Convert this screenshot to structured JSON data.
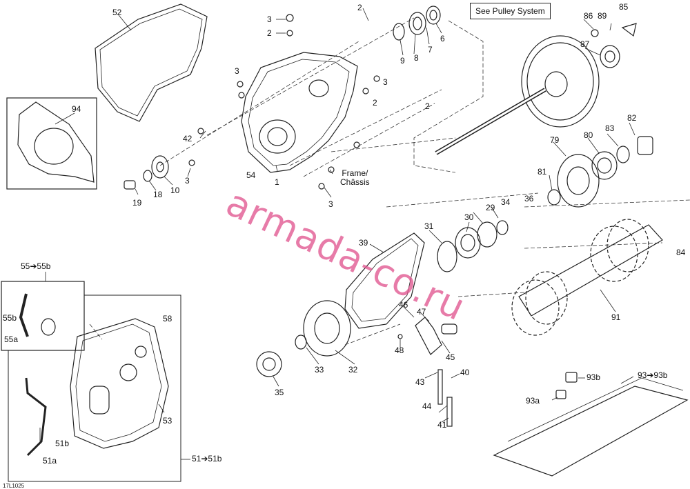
{
  "callout": "See Pulley System",
  "code": "17L1025",
  "watermark": "armada-co.ru",
  "frame_label": "Frame/\nChâssis",
  "labels": {
    "l52": "52",
    "l94": "94",
    "l3a": "3",
    "l2a": "2",
    "l2b": "2",
    "l9": "9",
    "l8": "8",
    "l7": "7",
    "l6": "6",
    "l3b": "3",
    "l3c": "3",
    "l2c": "2",
    "l2d": "2",
    "l42": "42",
    "l54": "54",
    "l1": "1",
    "l3d": "3",
    "l3e": "3",
    "l10": "10",
    "l18": "18",
    "l19": "19",
    "l86": "86",
    "l89": "89",
    "l85": "85",
    "l87": "87",
    "l79": "79",
    "l80": "80",
    "l83": "83",
    "l82": "82",
    "l81": "81",
    "l30": "30",
    "l29": "29",
    "l34": "34",
    "l36": "36",
    "l31": "31",
    "l39": "39",
    "l84": "84",
    "l91": "91",
    "l46": "46",
    "l47": "47",
    "l48": "48",
    "l45": "45",
    "l40": "40",
    "l43": "43",
    "l44": "44",
    "l41": "41",
    "l33": "33",
    "l32": "32",
    "l35": "35",
    "l55": "55➔55b",
    "l55b": "55b",
    "l55a": "55a",
    "l58": "58",
    "l53": "53",
    "l51b": "51b",
    "l51a": "51a",
    "l51": "51➔51b",
    "l93b": "93b",
    "l93": "93➔93b",
    "l93a": "93a"
  }
}
